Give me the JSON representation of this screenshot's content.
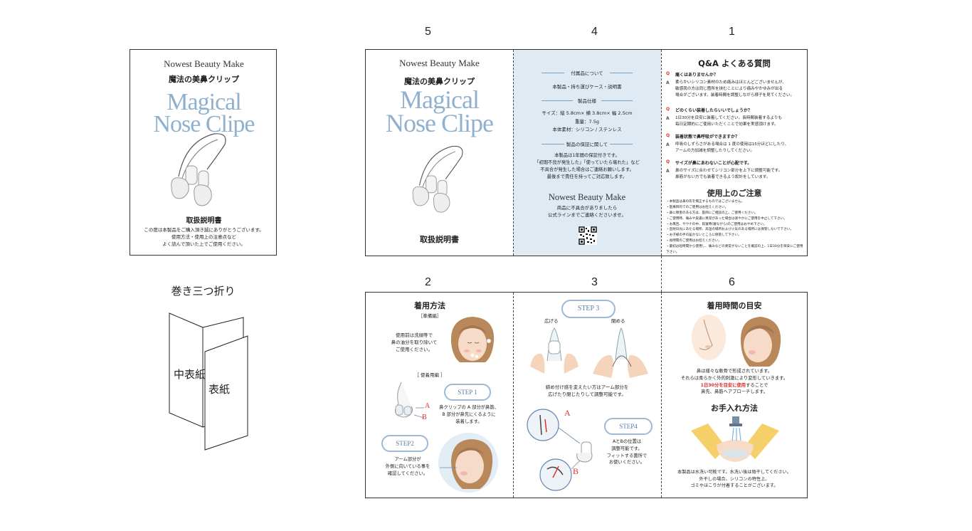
{
  "panel_numbers": {
    "p5": "5",
    "p4": "4",
    "p1": "1",
    "p2": "2",
    "p3": "3",
    "p6": "6"
  },
  "brand": "Nowest Beauty Make",
  "product_jp": "魔法の美鼻クリップ",
  "logo_line1": "Magical",
  "logo_line2": "Nose Clipe",
  "manual_title": "取扱説明書",
  "cover_text": [
    "この度は本製品をご購入頂き誠にありがとうございます。",
    "使用方法・使用上の注意点など",
    "よく読んで頂いた上でご使用ください。"
  ],
  "fold_title": "巻き三つ折り",
  "fold_inner": "中表紙",
  "fold_cover": "表紙",
  "panel4": {
    "accessories_heading": "付属品について",
    "accessories_text": "本製品・持ち運びケース・説明書",
    "spec_heading": "製品仕様",
    "spec_lines": [
      "サイズ：縦 5.8cm× 横 3.8cm× 幅 2.5cm",
      "重量：7.5g",
      "本体素材：シリコン / ステンレス"
    ],
    "warranty_heading": "製品の保証に関して",
    "warranty_lines": [
      "本製品は1年間の保証付きです。",
      "「初期不良が発生した」「使っていたら壊れた」など",
      "不具合が発生した場合はご連絡お願いします。",
      "最後まで責任を持ってご対応致します。"
    ],
    "contact_lines": [
      "商品に不具合がありましたら",
      "公式ラインまでご連絡くださいませ。"
    ]
  },
  "panel1": {
    "qa_title": "Q&A よくある質問",
    "q_mark": "Q",
    "a_mark": "A",
    "qa": [
      {
        "q": "痛くはありませんか？",
        "a": [
          "柔らかいシリコン素材のため痛みはほとんどございませんが、",
          "敏感肌の方は同じ箇所を挟むことにより痛みやかゆみが出る",
          "場合がございます。装着時間を調整しながら様子を見てください。"
        ]
      },
      {
        "q": "どのくらい装着したらいいでしょうか？",
        "a": [
          "1日30分を目安に装着してください。長時間装着するよりも",
          "毎日定期的にご使用いただくことで効果を実感頂けます。"
        ]
      },
      {
        "q": "装着状態で鼻呼吸ができますか？",
        "a": [
          "呼吸のしずらさがある場合は 1 度の使用は15分ほどにしたり、",
          "アームの力加減を調整したりしてください。"
        ]
      },
      {
        "q": "サイズが鼻にあわないことが心配です。",
        "a": [
          "鼻のサイズに合わせてシリコン部分を上下に調整可能です。",
          "鼻筋がない方でも装着できるよう設計をしています。"
        ]
      }
    ],
    "caution_title": "使用上のご注意",
    "caution_lines": [
      "・本製品は鼻の形を矯正するものではございません。",
      "・医療目的でのご使用はお控えください。",
      "・鼻に障害のある方は、医師にご相談の上、ご使用ください。",
      "・ご使用時、痛みや皮膚に異常があった場合は速やかにご使用を中止して下さい。",
      "・お風呂、サウナの中、就寝時(寝ながら)のご使用はおやめ下さい。",
      "・直射日光にあたる場所、高温の場所および火気のある場所には保管しないで下さい。",
      "・お子様の手の届かないところに保管して下さい。",
      "・長時間のご使用はお控えください。",
      "・最初は短時間から使用し、痛みなどの異常がないことを確認の上、1日30分を目安にご使用下さい。"
    ]
  },
  "panel2": {
    "title": "着用方法",
    "prep_label": "［準備編］",
    "prep_text": [
      "使用前は洗顔等で",
      "鼻の油分を取り除いて",
      "ご使用ください。"
    ],
    "use_label": "［ 使着用編 ］",
    "step1": "STEP 1",
    "step1_text": [
      "鼻クリップの A 部分が鼻筋、",
      "B 部分が鼻先にくるように",
      "装着します。"
    ],
    "step2": "STEP2",
    "step2_text": [
      "アーム部分が",
      "外側に向いている事を",
      "確認してください。"
    ],
    "label_a": "A",
    "label_b": "B"
  },
  "panel3": {
    "step3": "STEP 3",
    "spread": "広げる",
    "close": "閉める",
    "adjust_text": [
      "締め付け感を変えたい方はアーム部分を",
      "広げたり閉じたりして調整可能です。"
    ],
    "step4": "STEP4",
    "step4_text": [
      "AとBの位置は",
      "調整可能です。",
      "フィットする箇所で",
      "お使いください。"
    ],
    "label_a": "A",
    "label_b": "B"
  },
  "panel6": {
    "title": "着用時間の目安",
    "text_lines": [
      "鼻は様々な軟骨で形成されています。",
      "それらは柔らかく外的刺激により変形していきます。"
    ],
    "highlight": "1日30分を目安に使用",
    "highlight_suffix": "することで",
    "text_last": "鼻先、鼻筋へアプローチします。",
    "care_title": "お手入れ方法",
    "care_lines": [
      "本製品は水洗い可能です。水洗い後は陰干してください。",
      "外干しの場合、シリコンの特性上、",
      "ゴミやほこりが付着することがございます。"
    ]
  }
}
